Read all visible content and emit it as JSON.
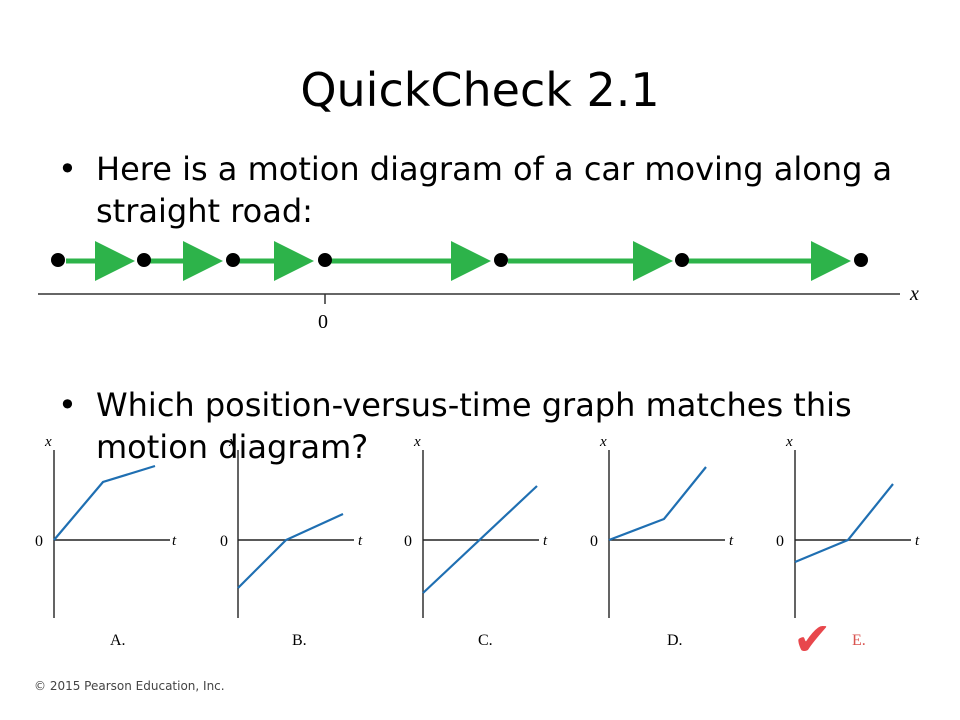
{
  "slide": {
    "title": "QuickCheck 2.1",
    "bullets": [
      "Here is a motion diagram of a car moving along a straight road:",
      "Which position-versus-time graph matches this motion diagram?"
    ],
    "bullet_symbol": "•",
    "footer": "© 2015 Pearson Education, Inc."
  },
  "motion_diagram": {
    "axis_label": "x",
    "origin_label": "0"
  },
  "graphs": {
    "x_label": "x",
    "t_label": "t",
    "origin_label": "0",
    "options": [
      "A.",
      "B.",
      "C.",
      "D.",
      "E."
    ],
    "answer": "E.",
    "answer_mark": "✔",
    "line_color": "#1f6fb2",
    "answer_color": "#d9534f"
  },
  "colors": {
    "arrow": "#2db34a",
    "check": "#e8474c"
  }
}
